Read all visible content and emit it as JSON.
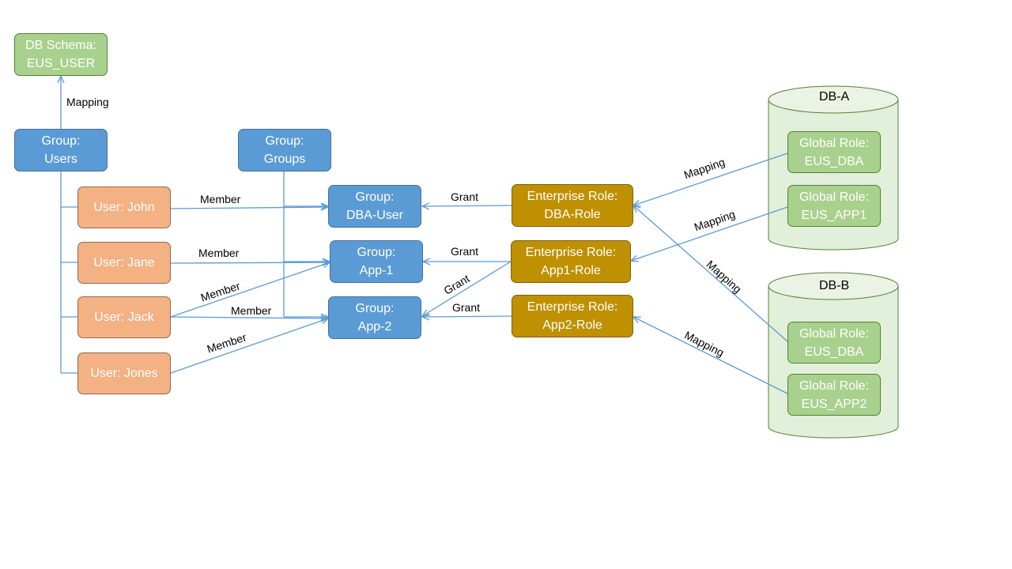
{
  "nodes": {
    "schema": [
      "DB Schema:",
      "EUS_USER"
    ],
    "group_users": [
      "Group:",
      "Users"
    ],
    "group_groups": [
      "Group:",
      "Groups"
    ],
    "user_john": [
      "User: John"
    ],
    "user_jane": [
      "User: Jane"
    ],
    "user_jack": [
      "User: Jack"
    ],
    "user_jones": [
      "User: Jones"
    ],
    "group_dba_user": [
      "Group:",
      "DBA-User"
    ],
    "group_app1": [
      "Group:",
      "App-1"
    ],
    "group_app2": [
      "Group:",
      "App-2"
    ],
    "er_dba": [
      "Enterprise Role:",
      "DBA-Role"
    ],
    "er_app1": [
      "Enterprise Role:",
      "App1-Role"
    ],
    "er_app2": [
      "Enterprise Role:",
      "App2-Role"
    ],
    "gr_a_dba": [
      "Global Role:",
      "EUS_DBA"
    ],
    "gr_a_app1": [
      "Global Role:",
      "EUS_APP1"
    ],
    "gr_b_dba": [
      "Global Role:",
      "EUS_DBA"
    ],
    "gr_b_app2": [
      "Global Role:",
      "EUS_APP2"
    ]
  },
  "databases": {
    "db_a": "DB-A",
    "db_b": "DB-B"
  },
  "edge_labels": {
    "schema_mapping": "Mapping",
    "john_member": "Member",
    "jane_member": "Member",
    "jack_member_app1": "Member",
    "jack_member_app2": "Member",
    "jones_member": "Member",
    "grant_dba": "Grant",
    "grant_app1": "Grant",
    "grant_app1_to_app2": "Grant",
    "grant_app2": "Grant",
    "mapping_a_dba": "Mapping",
    "mapping_a_app1": "Mapping",
    "mapping_b_dba": "Mapping",
    "mapping_b_app2": "Mapping"
  },
  "colors": {
    "line": "#5b9bd5",
    "group": "#5b9bd5",
    "user": "#f4b183",
    "enterprise_role": "#bf9000",
    "global_role": "#a9d18e",
    "database": "#e2efda"
  }
}
